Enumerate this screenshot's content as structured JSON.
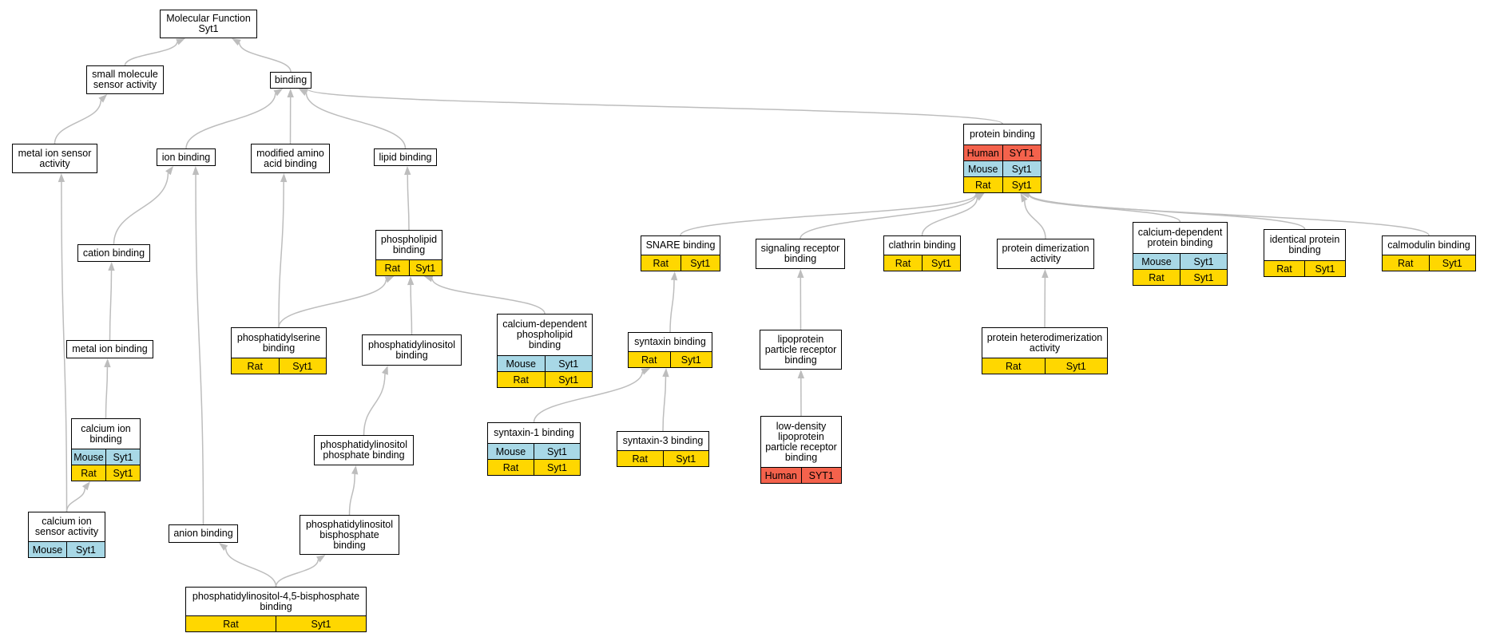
{
  "colors": {
    "Human": "#f4624c",
    "Mouse": "#a8d8e6",
    "Rat": "#ffd700",
    "edge": "#bdbdbd"
  },
  "nodes": [
    {
      "id": "mf",
      "label": "Molecular Function\nSyt1",
      "rows": []
    },
    {
      "id": "small_mol",
      "label": "small molecule\nsensor activity",
      "rows": []
    },
    {
      "id": "binding",
      "label": "binding",
      "rows": []
    },
    {
      "id": "metal_sensor",
      "label": "metal ion sensor\nactivity",
      "rows": []
    },
    {
      "id": "ion_binding",
      "label": "ion binding",
      "rows": []
    },
    {
      "id": "mod_aa",
      "label": "modified amino\nacid binding",
      "rows": []
    },
    {
      "id": "lipid",
      "label": "lipid binding",
      "rows": []
    },
    {
      "id": "protein",
      "label": "protein binding",
      "rows": [
        [
          "Human",
          "SYT1"
        ],
        [
          "Mouse",
          "Syt1"
        ],
        [
          "Rat",
          "Syt1"
        ]
      ]
    },
    {
      "id": "cation",
      "label": "cation binding",
      "rows": []
    },
    {
      "id": "phospholipid",
      "label": "phospholipid\nbinding",
      "rows": [
        [
          "Rat",
          "Syt1"
        ]
      ]
    },
    {
      "id": "snare",
      "label": "SNARE binding",
      "rows": [
        [
          "Rat",
          "Syt1"
        ]
      ]
    },
    {
      "id": "sig_rec",
      "label": "signaling receptor\nbinding",
      "rows": []
    },
    {
      "id": "clathrin",
      "label": "clathrin binding",
      "rows": [
        [
          "Rat",
          "Syt1"
        ]
      ]
    },
    {
      "id": "prot_dimer",
      "label": "protein dimerization\nactivity",
      "rows": []
    },
    {
      "id": "ca_prot",
      "label": "calcium-dependent\nprotein binding",
      "rows": [
        [
          "Mouse",
          "Syt1"
        ],
        [
          "Rat",
          "Syt1"
        ]
      ]
    },
    {
      "id": "ident",
      "label": "identical protein\nbinding",
      "rows": [
        [
          "Rat",
          "Syt1"
        ]
      ]
    },
    {
      "id": "calmod",
      "label": "calmodulin binding",
      "rows": [
        [
          "Rat",
          "Syt1"
        ]
      ]
    },
    {
      "id": "metal_ion",
      "label": "metal ion binding",
      "rows": []
    },
    {
      "id": "ps_binding",
      "label": "phosphatidylserine\nbinding",
      "rows": [
        [
          "Rat",
          "Syt1"
        ]
      ]
    },
    {
      "id": "pi_binding",
      "label": "phosphatidylinositol\nbinding",
      "rows": []
    },
    {
      "id": "ca_phospho",
      "label": "calcium-dependent\nphospholipid\nbinding",
      "rows": [
        [
          "Mouse",
          "Syt1"
        ],
        [
          "Rat",
          "Syt1"
        ]
      ]
    },
    {
      "id": "syntaxin",
      "label": "syntaxin binding",
      "rows": [
        [
          "Rat",
          "Syt1"
        ]
      ]
    },
    {
      "id": "lipo_rec",
      "label": "lipoprotein\nparticle receptor\nbinding",
      "rows": []
    },
    {
      "id": "hetero",
      "label": "protein heterodimerization\nactivity",
      "rows": [
        [
          "Rat",
          "Syt1"
        ]
      ]
    },
    {
      "id": "ca_ion",
      "label": "calcium ion\nbinding",
      "rows": [
        [
          "Mouse",
          "Syt1"
        ],
        [
          "Rat",
          "Syt1"
        ]
      ]
    },
    {
      "id": "stx1",
      "label": "syntaxin-1 binding",
      "rows": [
        [
          "Mouse",
          "Syt1"
        ],
        [
          "Rat",
          "Syt1"
        ]
      ]
    },
    {
      "id": "stx3",
      "label": "syntaxin-3 binding",
      "rows": [
        [
          "Rat",
          "Syt1"
        ]
      ]
    },
    {
      "id": "ldl",
      "label": "low-density\nlipoprotein\nparticle receptor\nbinding",
      "rows": [
        [
          "Human",
          "SYT1"
        ]
      ]
    },
    {
      "id": "pip",
      "label": "phosphatidylinositol\nphosphate binding",
      "rows": []
    },
    {
      "id": "ca_sensor",
      "label": "calcium ion\nsensor activity",
      "rows": [
        [
          "Mouse",
          "Syt1"
        ]
      ]
    },
    {
      "id": "anion",
      "label": "anion binding",
      "rows": []
    },
    {
      "id": "pip2",
      "label": "phosphatidylinositol\nbisphosphate\nbinding",
      "rows": []
    },
    {
      "id": "pip45",
      "label": "phosphatidylinositol-4,5-bisphosphate\nbinding",
      "rows": [
        [
          "Rat",
          "Syt1"
        ]
      ]
    }
  ],
  "edges": [
    [
      "small_mol",
      "mf"
    ],
    [
      "binding",
      "mf"
    ],
    [
      "metal_sensor",
      "small_mol"
    ],
    [
      "ion_binding",
      "binding"
    ],
    [
      "mod_aa",
      "binding"
    ],
    [
      "lipid",
      "binding"
    ],
    [
      "protein",
      "binding"
    ],
    [
      "cation",
      "ion_binding"
    ],
    [
      "anion",
      "ion_binding"
    ],
    [
      "metal_ion",
      "cation"
    ],
    [
      "ca_ion",
      "metal_ion"
    ],
    [
      "ca_sensor",
      "ca_ion"
    ],
    [
      "ca_sensor",
      "metal_sensor"
    ],
    [
      "ps_binding",
      "mod_aa"
    ],
    [
      "phospholipid",
      "lipid"
    ],
    [
      "ps_binding",
      "phospholipid"
    ],
    [
      "pi_binding",
      "phospholipid"
    ],
    [
      "ca_phospho",
      "phospholipid"
    ],
    [
      "pip",
      "pi_binding"
    ],
    [
      "pip2",
      "pip"
    ],
    [
      "pip45",
      "pip2"
    ],
    [
      "pip45",
      "anion"
    ],
    [
      "snare",
      "protein"
    ],
    [
      "sig_rec",
      "protein"
    ],
    [
      "clathrin",
      "protein"
    ],
    [
      "prot_dimer",
      "protein"
    ],
    [
      "ca_prot",
      "protein"
    ],
    [
      "ident",
      "protein"
    ],
    [
      "calmod",
      "protein"
    ],
    [
      "syntaxin",
      "snare"
    ],
    [
      "stx1",
      "syntaxin"
    ],
    [
      "stx3",
      "syntaxin"
    ],
    [
      "lipo_rec",
      "sig_rec"
    ],
    [
      "ldl",
      "lipo_rec"
    ],
    [
      "hetero",
      "prot_dimer"
    ]
  ]
}
